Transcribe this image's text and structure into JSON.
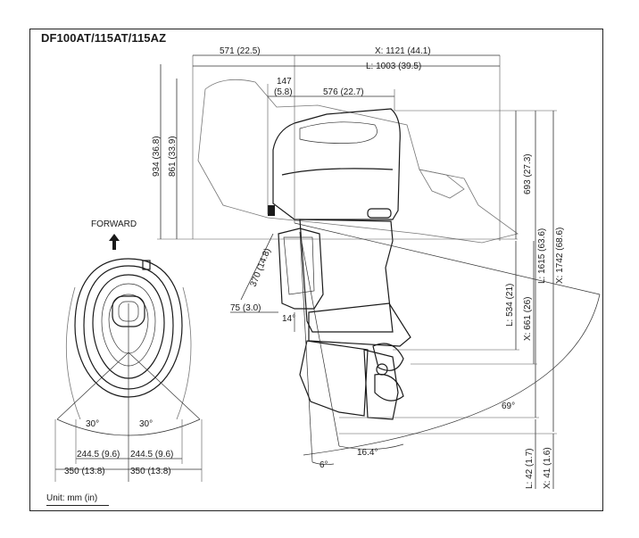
{
  "title": "DF100AT/115AT/115AZ",
  "unit_label": "Unit: mm (in)",
  "forward_label": "FORWARD",
  "dimensions": {
    "top_571": "571 (22.5)",
    "x_1121": "X: 1121 (44.1)",
    "l_1003": "L: 1003 (39.5)",
    "top_147": "147",
    "top_147_in": "(5.8)",
    "top_576": "576 (22.7)",
    "left_934": "934 (36.8)",
    "left_861": "861 (33.9)",
    "tilt_370": "370 (14.8)",
    "trim_75": "75 (3.0)",
    "angle_14": "14°",
    "right_693": "693 (27.3)",
    "right_l1615": "L: 1615 (63.6)",
    "right_x1742": "X: 1742 (68.6)",
    "mid_l534": "L: 534 (21)",
    "mid_x661": "X: 661 (26)",
    "angle_69": "69°",
    "angle_16": "16.4°",
    "angle_6": "6°",
    "bottom_l42": "L: 42 (1.7)",
    "bottom_x41": "X: 41 (1.6)",
    "steer_left": "30°",
    "steer_right": "30°",
    "half_left": "244.5 (9.6)",
    "half_right": "244.5 (9.6)",
    "full_left": "350 (13.8)",
    "full_right": "350 (13.8)"
  }
}
